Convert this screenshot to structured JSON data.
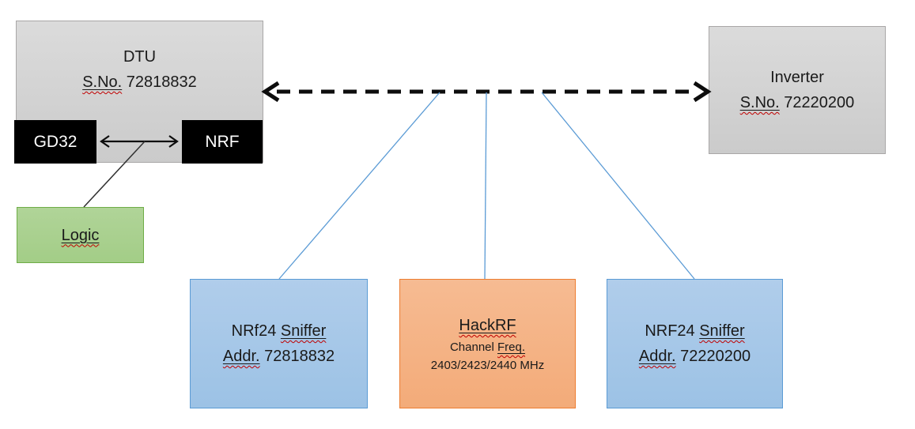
{
  "diagram": {
    "dtu": {
      "title": "DTU",
      "serial_label": "S.No.",
      "serial_value": " 72818832",
      "chip_left": "GD32",
      "chip_right": "NRF"
    },
    "logic": {
      "label": "Logic"
    },
    "inverter": {
      "title": "Inverter",
      "serial_label": "S.No.",
      "serial_value": " 72220200"
    },
    "sniffer_left": {
      "name_prefix": "NRf24 ",
      "name_underlined": "Sniffer",
      "addr_label": "Addr.",
      "addr_value": " 72818832"
    },
    "hackrf": {
      "title": "HackRF",
      "freq_prefix": "Channel ",
      "freq_underlined": "Freq.",
      "frequencies": "2403/2423/2440 MHz"
    },
    "sniffer_right": {
      "name_prefix": "NRF24 ",
      "name_underlined": "Sniffer",
      "addr_label": "Addr.",
      "addr_value": " 72220200"
    },
    "colors": {
      "gray_fill": "#D2D2D2",
      "gray_border": "#A9A7A7",
      "chip_fill": "#000000",
      "green_fill": "#A9D18E",
      "green_border": "#6FAD47",
      "blue_fill": "#A5C6E9",
      "blue_border": "#5B9BD5",
      "orange_fill": "#F4B183",
      "orange_border": "#ED7D31",
      "connector_blue": "#5B9BD5",
      "arrow_black": "#0d0d0d",
      "squiggle_red": "#C00000"
    }
  }
}
